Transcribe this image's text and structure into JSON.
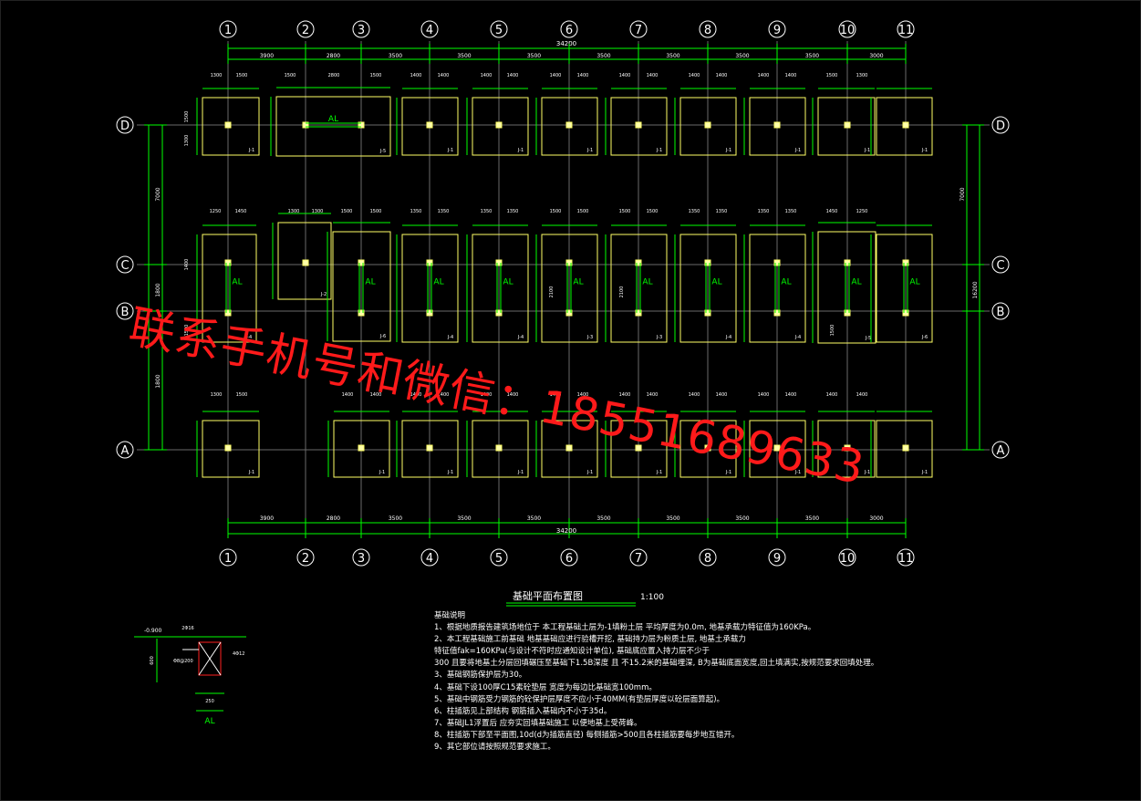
{
  "drawing": {
    "axis_numbers": [
      "1",
      "2",
      "3",
      "4",
      "5",
      "6",
      "7",
      "8",
      "9",
      "10",
      "11"
    ],
    "axis_letters": [
      "D",
      "C",
      "B",
      "A"
    ],
    "top_total": "34200",
    "top_spans": [
      "3900",
      "2800",
      "3500",
      "3500",
      "3500",
      "3500",
      "3500",
      "3500",
      "3500",
      "3000"
    ],
    "bottom_total": "34200",
    "bottom_spans": [
      "3900",
      "2800",
      "3500",
      "3500",
      "3500",
      "3500",
      "3500",
      "3500",
      "3500",
      "3000"
    ],
    "left_vertical_dims": [
      "7000",
      "1800",
      "1800"
    ],
    "right_vertical_dims": [
      "7000",
      "16200"
    ],
    "beam_label": "AL",
    "footing_tags": [
      "J-1",
      "J-5",
      "J-1",
      "J-1",
      "J-1",
      "J-1",
      "J-1",
      "J-1",
      "J-1",
      "J-2",
      "J-6",
      "J-4",
      "J-4",
      "J-3",
      "J-3",
      "J-4",
      "J-4",
      "J-5",
      "J-6"
    ],
    "footing_dims_top_row": [
      "1300",
      "1500",
      "1500",
      "2800",
      "1500",
      "1400",
      "1400",
      "1400",
      "1400",
      "1400",
      "1400",
      "1400",
      "1400",
      "1400",
      "1400",
      "1400",
      "1400",
      "1500",
      "1300"
    ],
    "footing_dims_mid_row": [
      "1250",
      "1450",
      "1300",
      "1300",
      "1500",
      "1500",
      "1350",
      "1350",
      "1350",
      "1350",
      "1500",
      "1500",
      "1500",
      "1500",
      "1350",
      "1350",
      "1350",
      "1350",
      "1450",
      "1250"
    ],
    "footing_dims_bottom_row": [
      "1300",
      "1500",
      "1400",
      "1400",
      "1400",
      "1400",
      "1400",
      "1400",
      "1400",
      "1400",
      "1400",
      "1400",
      "1400",
      "1400",
      "1400",
      "1400",
      "1400",
      "1400"
    ],
    "footing_side_dims": [
      "1500",
      "1300",
      "1400",
      "1500",
      "2100",
      "2100",
      "1500"
    ]
  },
  "detail": {
    "label": "AL",
    "level": "-0.900",
    "rebar_top": "2Φ16",
    "rebar_side": "Φ8@200",
    "rebar_right": "4Φ12",
    "dim_height": "600",
    "dim_width": "250"
  },
  "sheet_title": "基础平面布置图",
  "sheet_scale": "1:100",
  "notes": [
    "基础说明",
    "1、根据地质报告建筑场地位于 本工程基础土层为-1填粉土层 平均厚度为0.0m, 地基承载力特征值为160KPa。",
    "2、本工程基础施工前基础 地基基础应进行验槽开挖, 基础持力层为粉质土层, 地基土承载力",
    "特征值fak=160KPa(与设计不符时应通知设计单位), 基础底应置入持力层不少于",
    "300 且要将地基土分层回填碾压至基础下1.5B深度 且                    不15.2米的基础埋深, B为基础底面宽度,回土填满实,按规范要求回填处理。",
    "3、基础钢筋保护层为30。",
    "4、基础下设100厚C15素砼垫层 宽度为每边比基础宽100mm。",
    "5、基础中钢筋受力钢筋的砼保护层厚度不应小于40MM(有垫层厚度以砼层面算起)。",
    "6、柱插筋见上部结构 钢筋插入基础内不小于35d。",
    "7、基础JL1浮置后 应夯实回填基础施工 以便地基上受荷峰。",
    "8、柱插筋下部至平面图,10d(d为插筋直径) 每侧插筋>500且各柱插筋要每步地互错开。",
    "9、其它部位请按照规范要求施工。"
  ],
  "watermark": "联系手机号和微信：18551689633"
}
